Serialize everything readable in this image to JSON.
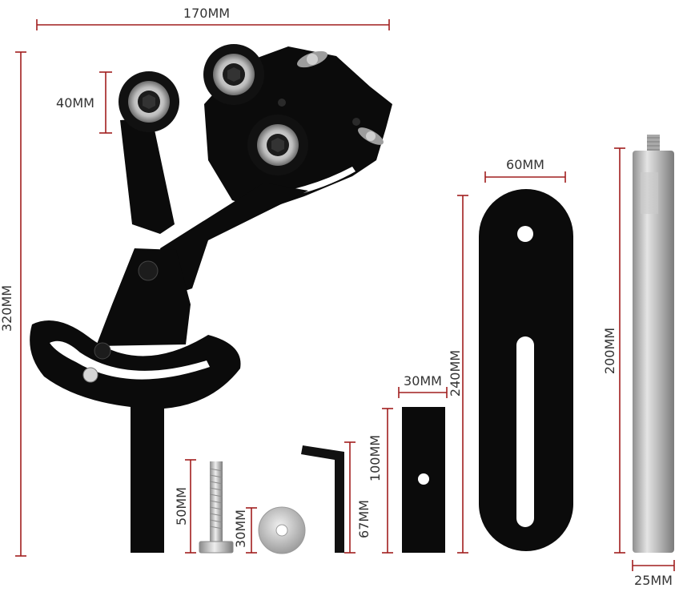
{
  "colors": {
    "dimension_line": "#a11e1e",
    "dimension_text": "#333333",
    "part_black": "#0b0b0b",
    "steel": "#b9b9b9",
    "background": "#ffffff"
  },
  "dimensions": {
    "overall_width": "170MM",
    "wheel_diameter": "40MM",
    "overall_height": "320MM",
    "plate_width": "60MM",
    "plate_length": "240MM",
    "rod_length": "200MM",
    "rod_diameter": "25MM",
    "spacer_width": "30MM",
    "spacer_length": "100MM",
    "bolt_length": "50MM",
    "washer_diameter": "30MM",
    "hex_key_length": "67MM"
  },
  "parts": [
    {
      "name": "belt-tensioner-arm",
      "icon": "bracket-with-rollers"
    },
    {
      "name": "slotted-plate",
      "icon": "slotted-bar"
    },
    {
      "name": "steel-rod",
      "icon": "threaded-rod"
    },
    {
      "name": "spacer-block",
      "icon": "rect-block"
    },
    {
      "name": "hex-bolt",
      "icon": "bolt"
    },
    {
      "name": "washer",
      "icon": "washer"
    },
    {
      "name": "hex-key",
      "icon": "allen-key"
    }
  ]
}
